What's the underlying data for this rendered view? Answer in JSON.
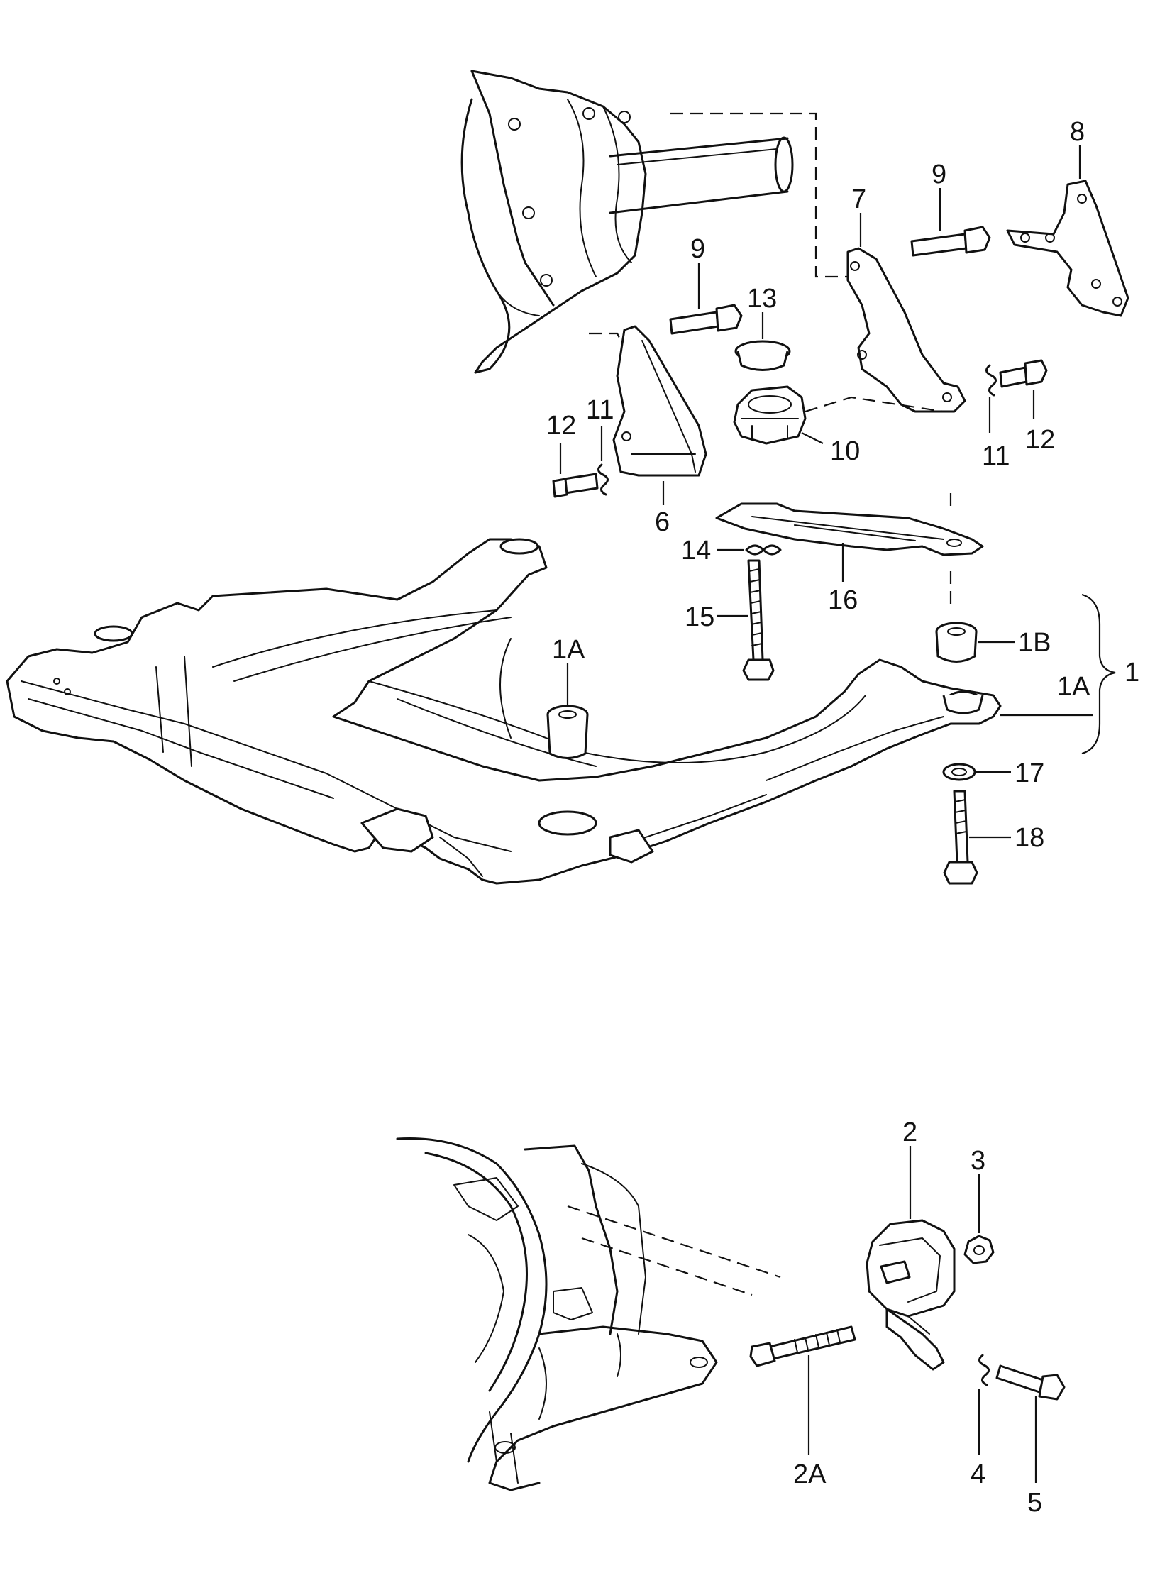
{
  "diagram": {
    "labels": {
      "p1": "1",
      "p1A_top": "1A",
      "p1A_right": "1A",
      "p1B": "1B",
      "p2": "2",
      "p2A": "2A",
      "p3": "3",
      "p4": "4",
      "p5": "5",
      "p6": "6",
      "p7": "7",
      "p8": "8",
      "p9_left": "9",
      "p9_right": "9",
      "p10": "10",
      "p11_left": "11",
      "p11_right": "11",
      "p12_left": "12",
      "p12_right": "12",
      "p13": "13",
      "p14": "14",
      "p15": "15",
      "p16": "16",
      "p17": "17",
      "p18": "18"
    }
  }
}
